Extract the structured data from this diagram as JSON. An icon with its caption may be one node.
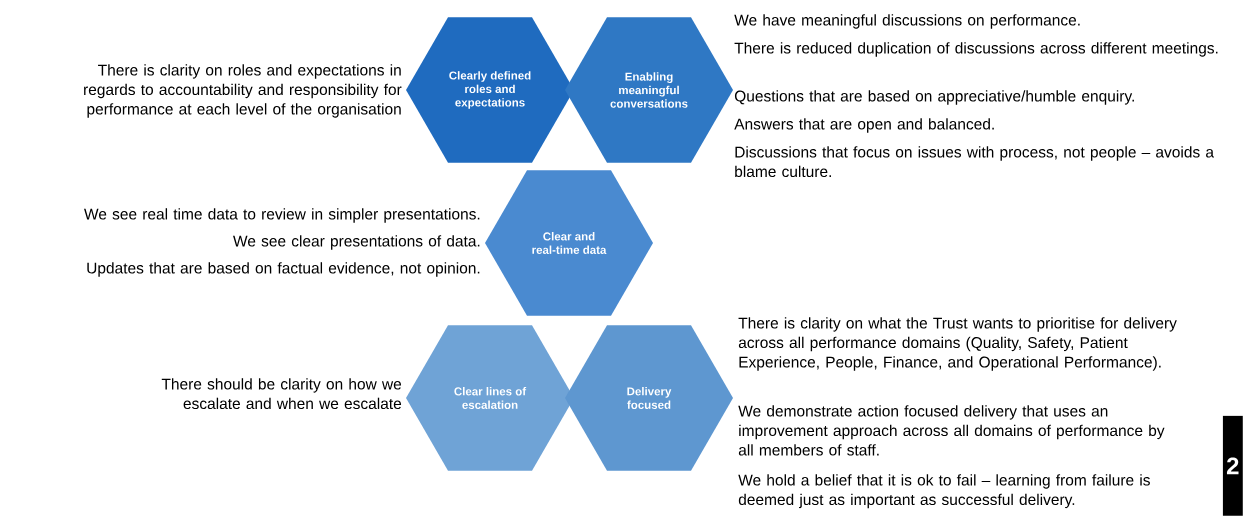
{
  "diagram": {
    "nodes": [
      {
        "text": [
          "Clearly defined roles and expectations"
        ],
        "beside": [
          "There is clarity on roles and expectations in regards to accountability and responsibility for performance at each level of the organisation"
        ]
      },
      {
        "text": [
          "Enabling meaningful conversations"
        ],
        "beside": [
          "We have meaningful  discussions on performance.",
          "There is reduced duplication of discussions across different meetings.",
          "Questions that are based on appreciative/humble enquiry.",
          "Answers that are open and balanced.",
          "Discussions that focus on issues with process, not people – avoids a blame culture."
        ]
      },
      {
        "text": [
          "Clear and real-time data"
        ],
        "beside": [
          "We see real time data to review in simpler presentations.",
          "We see clear presentations of data.",
          "Updates that are based on factual evidence, not opinion."
        ]
      },
      {
        "text": [
          "Clear lines of escalation"
        ],
        "beside": [
          "There should be clarity on how we escalate and when we escalate"
        ]
      },
      {
        "text": [
          "Delivery focused"
        ],
        "beside": [
          "There is clarity on what the Trust wants to prioritise for delivery across all performance domains (Quality, Safety, Patient Experience, People, Finance, and Operational Performance).",
          "We demonstrate action focused delivery that uses an improvement approach across all domains of performance by all members of staff.",
          "We hold a belief that it is ok to fail – learning from failure is deemed just as important as successful delivery."
        ]
      }
    ],
    "labels": [
      "2"
    ]
  }
}
